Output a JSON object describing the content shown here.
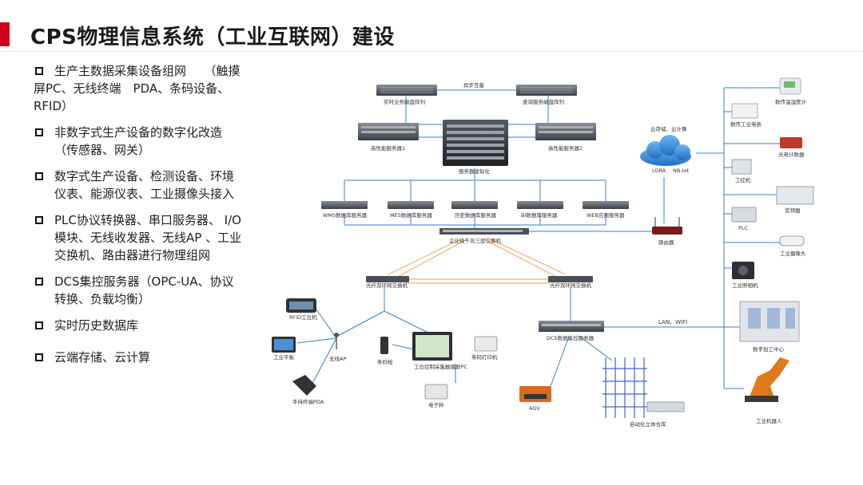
{
  "title": "CPS物理信息系统（工业互联网）建设",
  "bullets": [
    "生产主数据采集设备组网　　（触摸屏PC、无线终端　PDA、条码设备、RFID）",
    "非数字式生产设备的数字化改造（传感器、网关）",
    "数字式生产设备、检测设备、环境仪表、能源仪表、工业摄像头接入",
    "PLC协议转换器、串口服务器、 I/O模块、无线收发器、无线AP 、工业交换机、路由器进行物理组网",
    "DCS集控服务器（OPC-UA、协议转换、负载均衡）",
    "实时历史数据库",
    "云端存储、云计算"
  ],
  "diagram": {
    "nodes": {
      "async": "异步互备",
      "rt_array": "实时业务磁盘阵列",
      "query_array": "查询服务磁盘阵列",
      "hp1": "高性能服务器1",
      "hp2": "高性能服务器2",
      "virt": "服务器虚拟化",
      "wms": "WMS数据库服务器",
      "mes": "MES数据库服务器",
      "hist": "历史数据库服务器",
      "bi": "BI数据库服务器",
      "web": "WEB应用服务器",
      "core_switch": "企业级千兆三层交换机",
      "ring_left": "光纤双环网交换机",
      "ring_right": "光纤双环网交换机",
      "dcs": "DCS数据集控服务器",
      "router": "路由器",
      "cloud": "云存储、云计算",
      "lora": "LORA",
      "nbiot": "NB-Iot",
      "lan_wifi": "LAN、WIFI",
      "rfid": "RFID工位机",
      "tablet": "工业平板",
      "ap": "无线AP",
      "pda": "手持终端PDA",
      "scanner": "条码枪",
      "touch_pc": "工位控制采集触摸屏PC",
      "scale": "电子秤",
      "label_printer": "条码打印机",
      "agv": "AGV",
      "warehouse": "自动化立体仓库",
      "temp_hum": "数传温湿度计",
      "meter": "数传工业电表",
      "counter": "光电计数器",
      "ipc": "工控机",
      "freq": "变频器",
      "plc": "PLC",
      "cam": "工业摄像头",
      "industrial_cam": "工业照相机",
      "cnc": "数字加工中心",
      "robot": "工业机器人"
    }
  }
}
